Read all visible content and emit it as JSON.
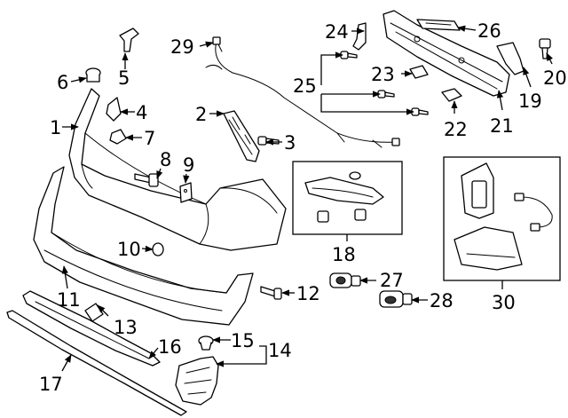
{
  "colors": {
    "line": "#000000",
    "background": "#ffffff"
  },
  "callouts": {
    "c1": "1",
    "c2": "2",
    "c3": "3",
    "c4": "4",
    "c5": "5",
    "c6": "6",
    "c7": "7",
    "c8": "8",
    "c9": "9",
    "c10": "10",
    "c11": "11",
    "c12": "12",
    "c13": "13",
    "c14": "14",
    "c15": "15",
    "c16": "16",
    "c17": "17",
    "c18": "18",
    "c19": "19",
    "c20": "20",
    "c21": "21",
    "c22": "22",
    "c23": "23",
    "c24": "24",
    "c25": "25",
    "c26": "26",
    "c27": "27",
    "c28": "28",
    "c29": "29",
    "c30": "30"
  }
}
